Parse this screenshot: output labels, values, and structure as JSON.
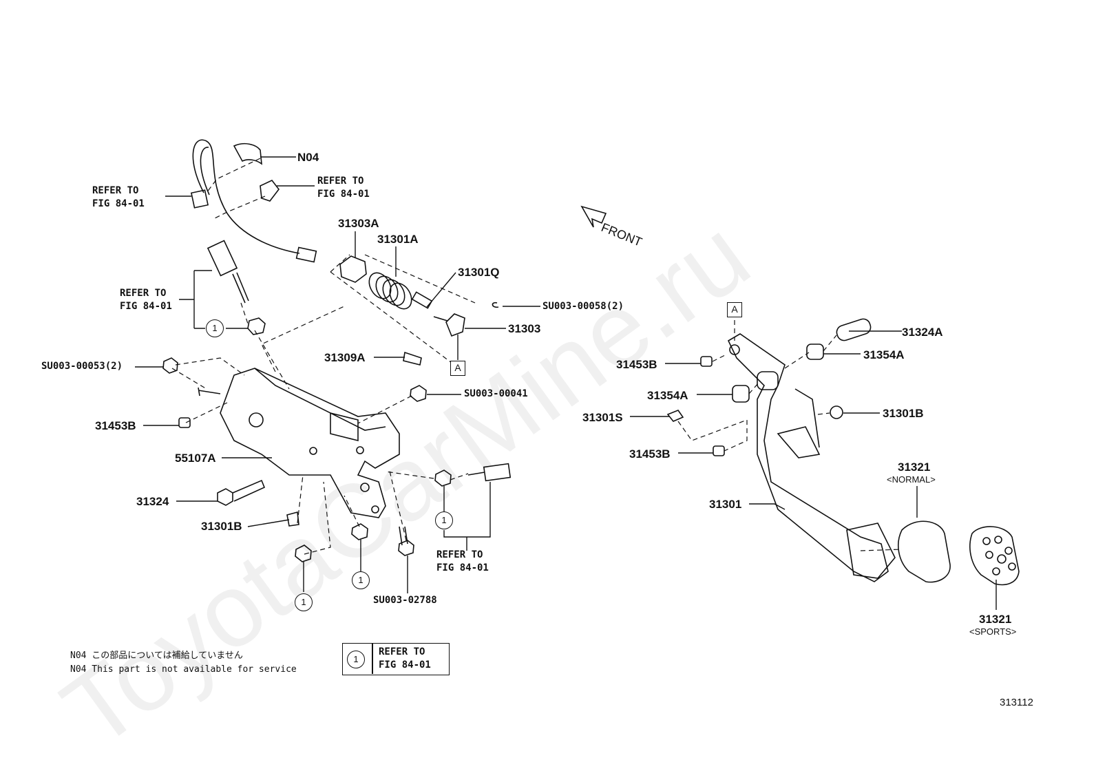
{
  "labels": {
    "n04": "N04",
    "p31303a": "31303A",
    "p31301a": "31301A",
    "p31301q": "31301Q",
    "su58": "SU003-00058(2)",
    "p31303": "31303",
    "p31309a": "31309A",
    "su53": "SU003-00053(2)",
    "su41": "SU003-00041",
    "p31453b_left": "31453B",
    "p55107a": "55107A",
    "p31324": "31324",
    "p31301b_left": "31301B",
    "su2788": "SU003-02788",
    "p31324a": "31324A",
    "p31453b_r1": "31453B",
    "p31354a_r1": "31354A",
    "p31354a_r2": "31354A",
    "p31301s": "31301S",
    "p31301b_right": "31301B",
    "p31453b_r2": "31453B",
    "p31321_normal": "31321",
    "normal_tag": "<NORMAL>",
    "p31301": "31301",
    "p31321_sports": "31321",
    "sports_tag": "<SPORTS>"
  },
  "refer_to": {
    "line1": "REFER TO",
    "line2": "FIG 84-01"
  },
  "callout_symbol": "1",
  "box_a": "A",
  "front": "FRONT",
  "notes": {
    "jp": "N04 この部品については補給していません",
    "en": "N04 This part is not available for service"
  },
  "legend": {
    "symbol": "1",
    "line1": "REFER TO",
    "line2": "FIG 84-01"
  },
  "illustration_number": "313112",
  "watermark": "ToyotaCarMine.ru"
}
